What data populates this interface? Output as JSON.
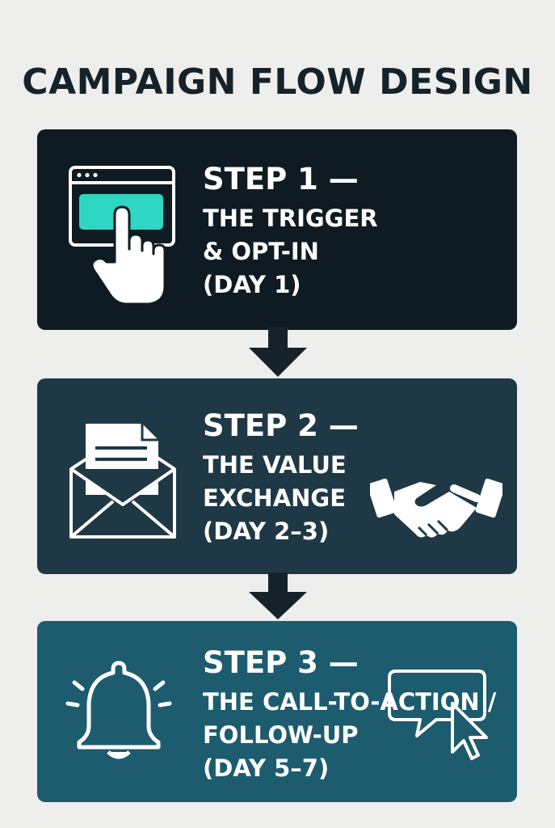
{
  "title": "CAMPAIGN FLOW DESIGN",
  "steps": [
    {
      "step": "STEP 1 —",
      "lines": [
        "THE TRIGGER",
        "& OPT-IN",
        "(DAY 1)"
      ],
      "icons": [
        "browser-click-icon"
      ],
      "color": "#0f1b22"
    },
    {
      "step": "STEP 2 —",
      "lines": [
        "THE VALUE",
        "EXCHANGE",
        "(DAY 2–3)"
      ],
      "icons": [
        "open-envelope-icon",
        "handshake-icon"
      ],
      "color": "#1f3846"
    },
    {
      "step": "STEP 3 —",
      "lines": [
        "THE CALL-TO-ACTION /",
        "FOLLOW-UP",
        "(DAY 5–7)"
      ],
      "icons": [
        "bell-icon",
        "speech-bubble-cursor-icon"
      ],
      "color": "#1c5c6e"
    }
  ],
  "accent": "#2fd6c4",
  "arrow_color": "#16222a"
}
